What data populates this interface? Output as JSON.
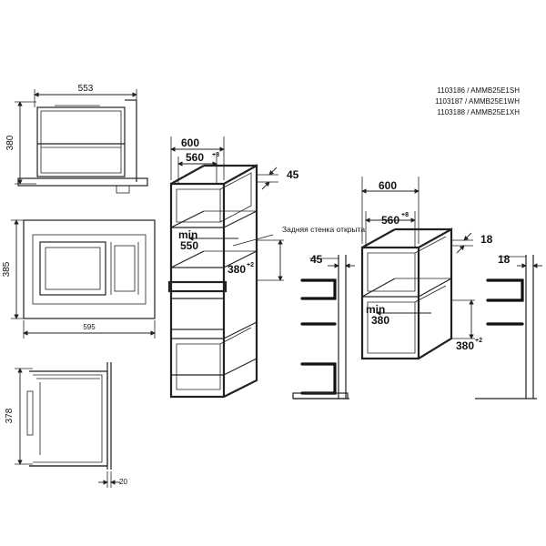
{
  "models": [
    "1103186 / AMMB25E1SH",
    "1103187 / AMMB25E1WH",
    "1103188 / AMMB25E1XH"
  ],
  "side_view": {
    "width": "553",
    "height": "380"
  },
  "front_view": {
    "width": "595",
    "height": "385"
  },
  "section_view": {
    "height": "378",
    "depth": "20"
  },
  "tall_cabinet": {
    "width": "600",
    "inner": "560",
    "inner_tol": "+8",
    "back_offset": "45",
    "min_label": "min",
    "min_value": "550",
    "opening": "380",
    "opening_tol": "+2",
    "note": "Задняя стенка открыта"
  },
  "wall_cabinet": {
    "width": "600",
    "inner": "560",
    "inner_tol": "+8",
    "back_offset": "18",
    "min_label": "min",
    "min_value": "380",
    "opening": "380",
    "opening_tol": "+2"
  },
  "profile_left": {
    "offset": "45"
  },
  "profile_right": {
    "offset": "18"
  }
}
